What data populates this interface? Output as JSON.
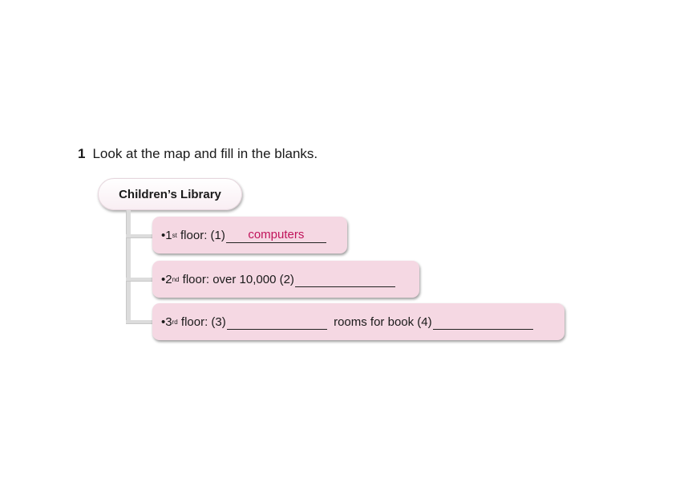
{
  "exercise": {
    "number": "1",
    "instruction": "Look at the map and fill in the blanks."
  },
  "diagram": {
    "root": "Children’s Library",
    "rows": [
      {
        "bullet": "•",
        "ordinal": "1",
        "suffix": "st",
        "text": " floor: (1)",
        "answer": "computers"
      },
      {
        "bullet": "•",
        "ordinal": "2",
        "suffix": "nd",
        "text": " floor: over 10,000 (2)",
        "answer": ""
      },
      {
        "bullet": "•",
        "ordinal": "3",
        "suffix": "rd",
        "text": " floor: (3)",
        "answer": "",
        "text2": "  rooms for book (4)",
        "answer2": ""
      }
    ]
  },
  "colors": {
    "answer": "#c0135a",
    "box": "#f5d8e3"
  }
}
